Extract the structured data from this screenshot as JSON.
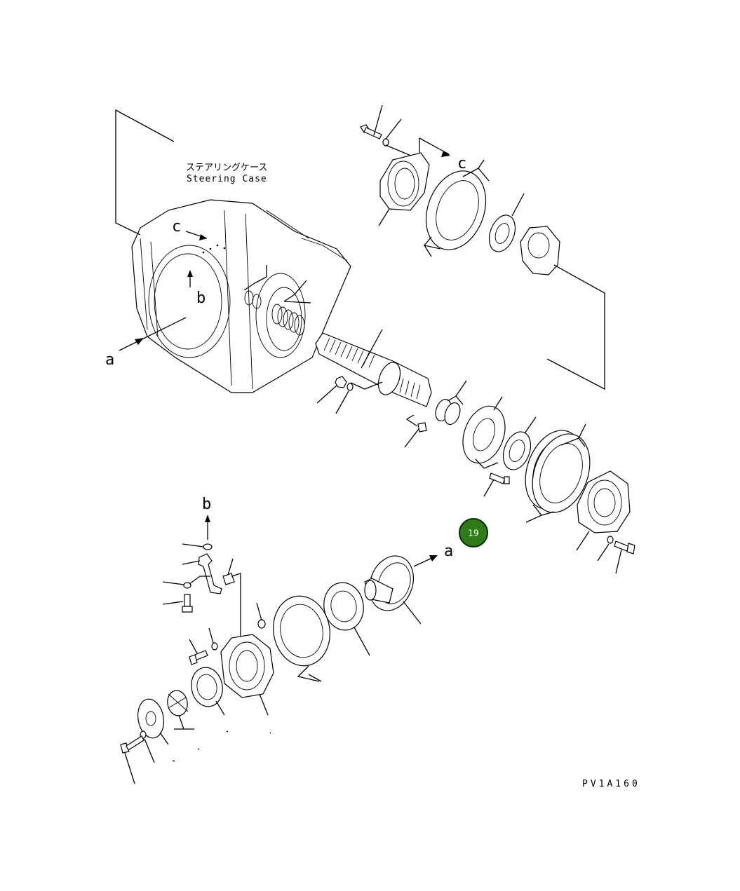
{
  "diagram": {
    "case_label_jp": "ステアリングケース",
    "case_label_en": "Steering Case",
    "ref_a_left": "a",
    "ref_a_right": "a",
    "ref_b_left": "b",
    "ref_b_top": "b",
    "ref_c_left": "c",
    "ref_c_right": "c",
    "drawing_code": "PV1A160"
  },
  "marker": {
    "number": "19",
    "color": "#2e7d14"
  }
}
